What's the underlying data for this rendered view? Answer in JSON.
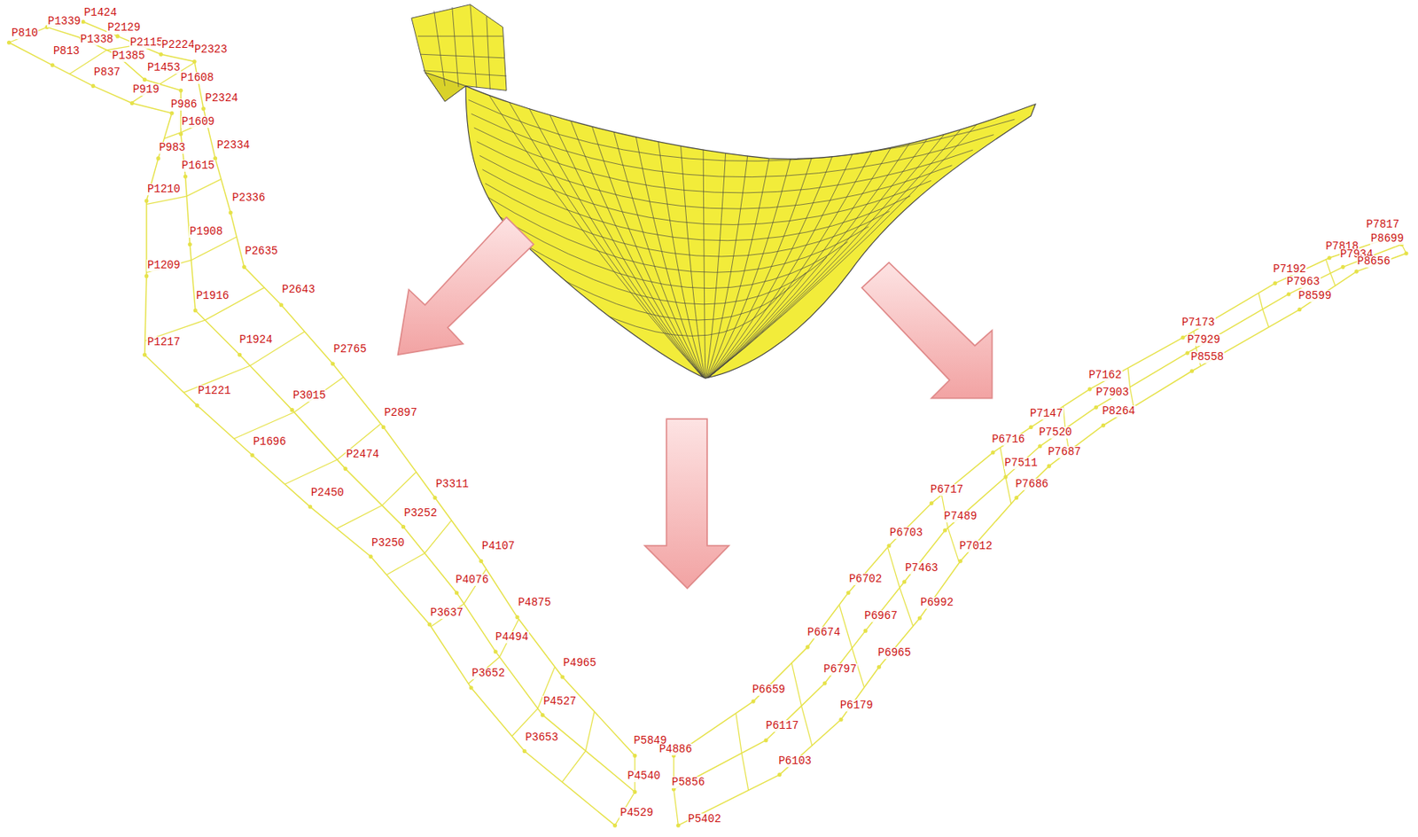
{
  "diagram": {
    "labels": [
      "P1424",
      "P1339",
      "P2129",
      "P810",
      "P1338",
      "P2115",
      "P2224",
      "P2323",
      "P813",
      "P1385",
      "P1453",
      "P837",
      "P1608",
      "P919",
      "P2324",
      "P986",
      "P1609",
      "P983",
      "P2334",
      "P1615",
      "P1210",
      "P2336",
      "P1908",
      "P2635",
      "P1209",
      "P2643",
      "P1916",
      "P1217",
      "P1924",
      "P2765",
      "P1221",
      "P3015",
      "P2897",
      "P1696",
      "P2474",
      "P3311",
      "P2450",
      "P3252",
      "P3250",
      "P4107",
      "P4076",
      "P4875",
      "P3637",
      "P4494",
      "P4965",
      "P3652",
      "P4527",
      "P3653",
      "P5849",
      "P4886",
      "P4540",
      "P5856",
      "P4529",
      "P5402",
      "P6659",
      "P6117",
      "P6103",
      "P6674",
      "P6797",
      "P6179",
      "P6702",
      "P6967",
      "P6965",
      "P6703",
      "P7463",
      "P6992",
      "P6717",
      "P7489",
      "P7012",
      "P6716",
      "P7511",
      "P7686",
      "P7147",
      "P7520",
      "P7687",
      "P7162",
      "P7903",
      "P8264",
      "P7173",
      "P7929",
      "P8558",
      "P7192",
      "P7963",
      "P8599",
      "P7817",
      "P8699",
      "P7818",
      "P7934",
      "P8656"
    ]
  }
}
